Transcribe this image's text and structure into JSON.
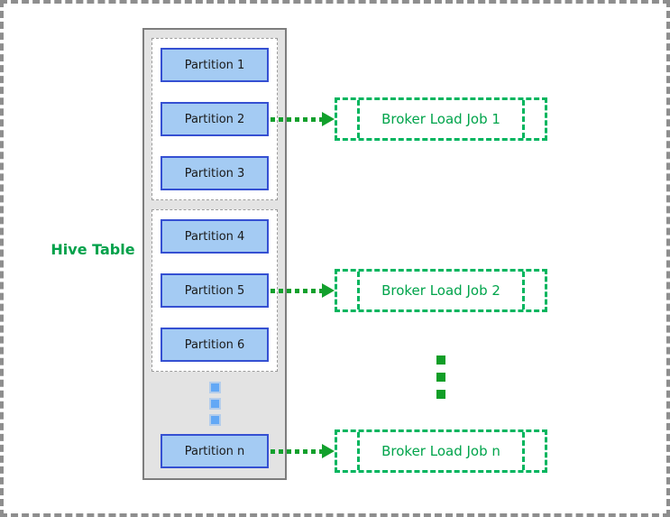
{
  "hive_table": {
    "label": "Hive Table",
    "groups": [
      [
        "Partition 1",
        "Partition 2",
        "Partition 3"
      ],
      [
        "Partition 4",
        "Partition 5",
        "Partition 6"
      ]
    ],
    "last_partition": "Partition n"
  },
  "broker_jobs": [
    "Broker Load Job 1",
    "Broker Load Job 2",
    "Broker Load Job n"
  ],
  "colors": {
    "page-border-gray": "#8e8e8e",
    "container-fill": "#e3e3e3",
    "container-border": "#7d7d7d",
    "group-border": "#9b9b9b",
    "partition-fill": "#a4cbf3",
    "partition-border": "#3550d2",
    "partition-text": "#1a1a1a",
    "hive-label-green": "#00a14a",
    "broker-green": "#00b55e",
    "broker-text-green": "#00a44b",
    "arrow-green": "#12a02c",
    "dots-green": "#119e27",
    "dots-blue": "#63a8f5"
  }
}
